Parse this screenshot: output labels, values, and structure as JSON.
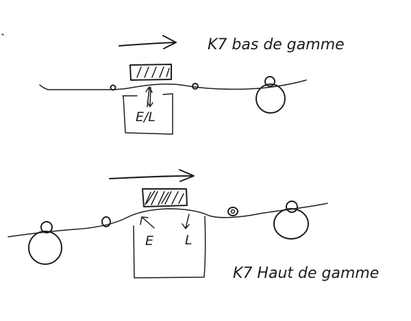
{
  "diagrams": [
    {
      "id": "low-end",
      "title": "K7 bas de gamme",
      "head_label": "E/L"
    },
    {
      "id": "high-end",
      "title": "K7 Haut de gamme",
      "erase_label": "E",
      "read_label": "L"
    }
  ]
}
